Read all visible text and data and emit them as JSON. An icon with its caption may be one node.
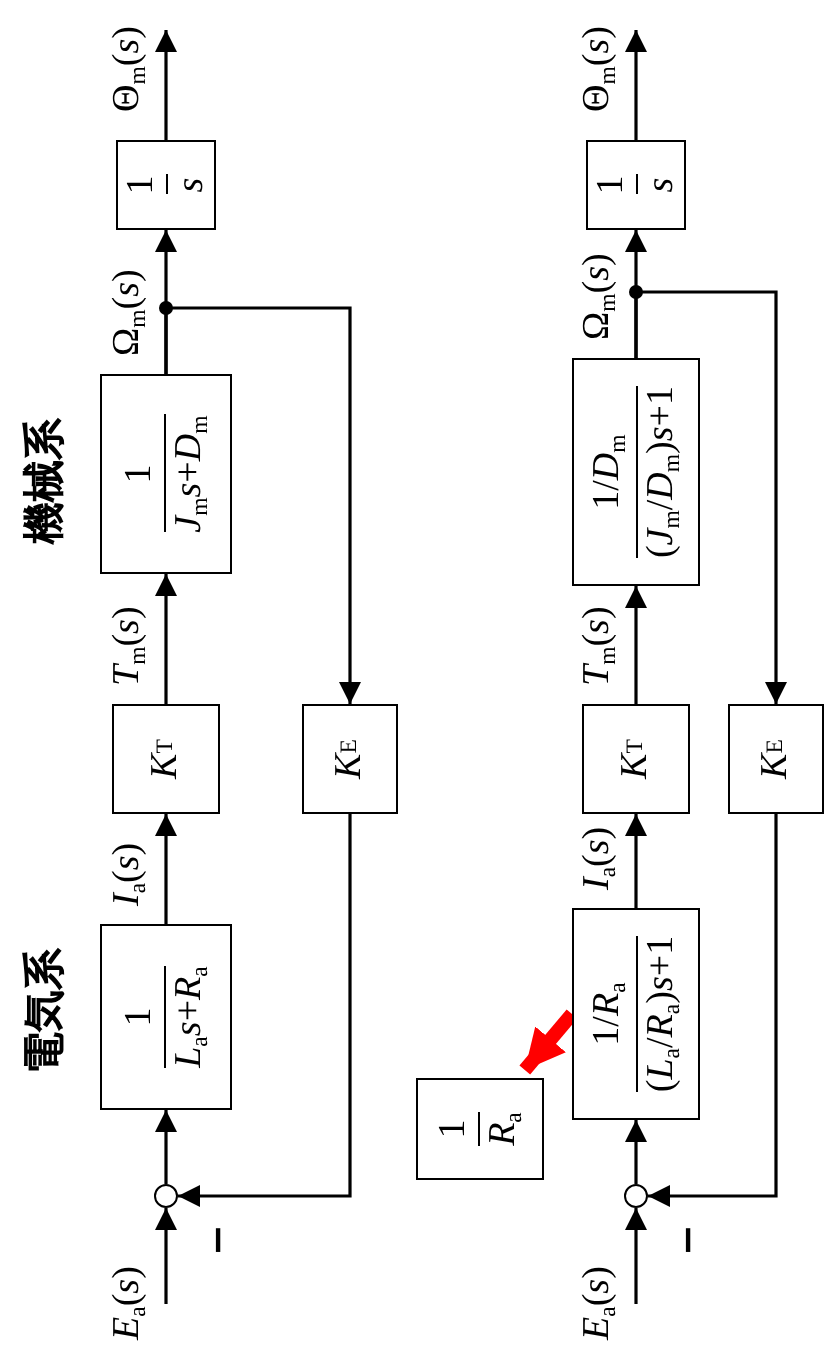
{
  "diagram": {
    "nodes": [
      {
        "text": [
          "*E*$_{a}$(*s*)"
        ]
      },
      {
        "text": [],
        "shape": "circle",
        "beside": [
          "−"
        ]
      },
      {
        "text": [
          "1",
          "*L*$_{a}$*s*+*R*$_{a}$"
        ]
      },
      {
        "text": [
          "*K*$_{T}$"
        ]
      },
      {
        "text": [
          "1",
          "*J*$_{m}$*s*+*D*$_{m}$"
        ]
      },
      {
        "text": [
          "1",
          "*s*"
        ]
      },
      {
        "text": [
          "Θ$_{m}$(*s*)"
        ]
      },
      {
        "text": [
          "*K*$_{E}$"
        ]
      },
      {
        "text": [
          "*E*$_{a}$(*s*)"
        ]
      },
      {
        "text": [],
        "shape": "circle",
        "beside": [
          "−"
        ]
      },
      {
        "text": [
          "1/*R*$_{a}$",
          "(*L*$_{a}$/*R*$_{a}$)*s*+1"
        ]
      },
      {
        "text": [
          "*K*$_{T}$"
        ]
      },
      {
        "text": [
          "1/*D*$_{m}$",
          "(*J*$_{m}$/*D*$_{m}$)*s*+1"
        ]
      },
      {
        "text": [
          "1",
          "*s*"
        ]
      },
      {
        "text": [
          "Θ$_{m}$(*s*)"
        ]
      },
      {
        "text": [
          "*K*$_{E}$"
        ]
      },
      {
        "text": [
          "1",
          "*R*$_{a}$"
        ]
      }
    ],
    "edges": [
      {
        "from": 0,
        "to": 1,
        "arrow": "to"
      },
      {
        "from": 1,
        "to": 2,
        "arrow": "to"
      },
      {
        "from": 2,
        "to": 3,
        "arrow": "to",
        "label": "*I*$_{a}$(*s*)"
      },
      {
        "from": 3,
        "to": 4,
        "arrow": "to",
        "label": "*T*$_{m}$(*s*)"
      },
      {
        "from": 4,
        "to": 5,
        "arrow": "to",
        "label": "Ω$_{m}$(*s*)"
      },
      {
        "from": 4,
        "to": 7,
        "arrow": "to"
      },
      {
        "from": 7,
        "to": 1,
        "arrow": "to"
      },
      {
        "from": 5,
        "to": 6,
        "arrow": "to"
      },
      {
        "from": 8,
        "to": 9,
        "arrow": "to"
      },
      {
        "from": 9,
        "to": 10,
        "arrow": "to"
      },
      {
        "from": 10,
        "to": 11,
        "arrow": "to",
        "label": "*I*$_{a}$(*s*)"
      },
      {
        "from": 11,
        "to": 12,
        "arrow": "to",
        "label": "*T*$_{m}$(*s*)"
      },
      {
        "from": 12,
        "to": 13,
        "arrow": "to",
        "label": "Ω$_{m}$(*s*)"
      },
      {
        "from": 12,
        "to": 15,
        "arrow": "to"
      },
      {
        "from": 15,
        "to": 9,
        "arrow": "to"
      },
      {
        "from": 13,
        "to": 14,
        "arrow": "to"
      },
      {
        "from": 10,
        "to": 16,
        "arrow": "to",
        "style": "thick",
        "color": "#ff0000"
      }
    ],
    "labels": [
      "電気系",
      "機械系"
    ]
  }
}
